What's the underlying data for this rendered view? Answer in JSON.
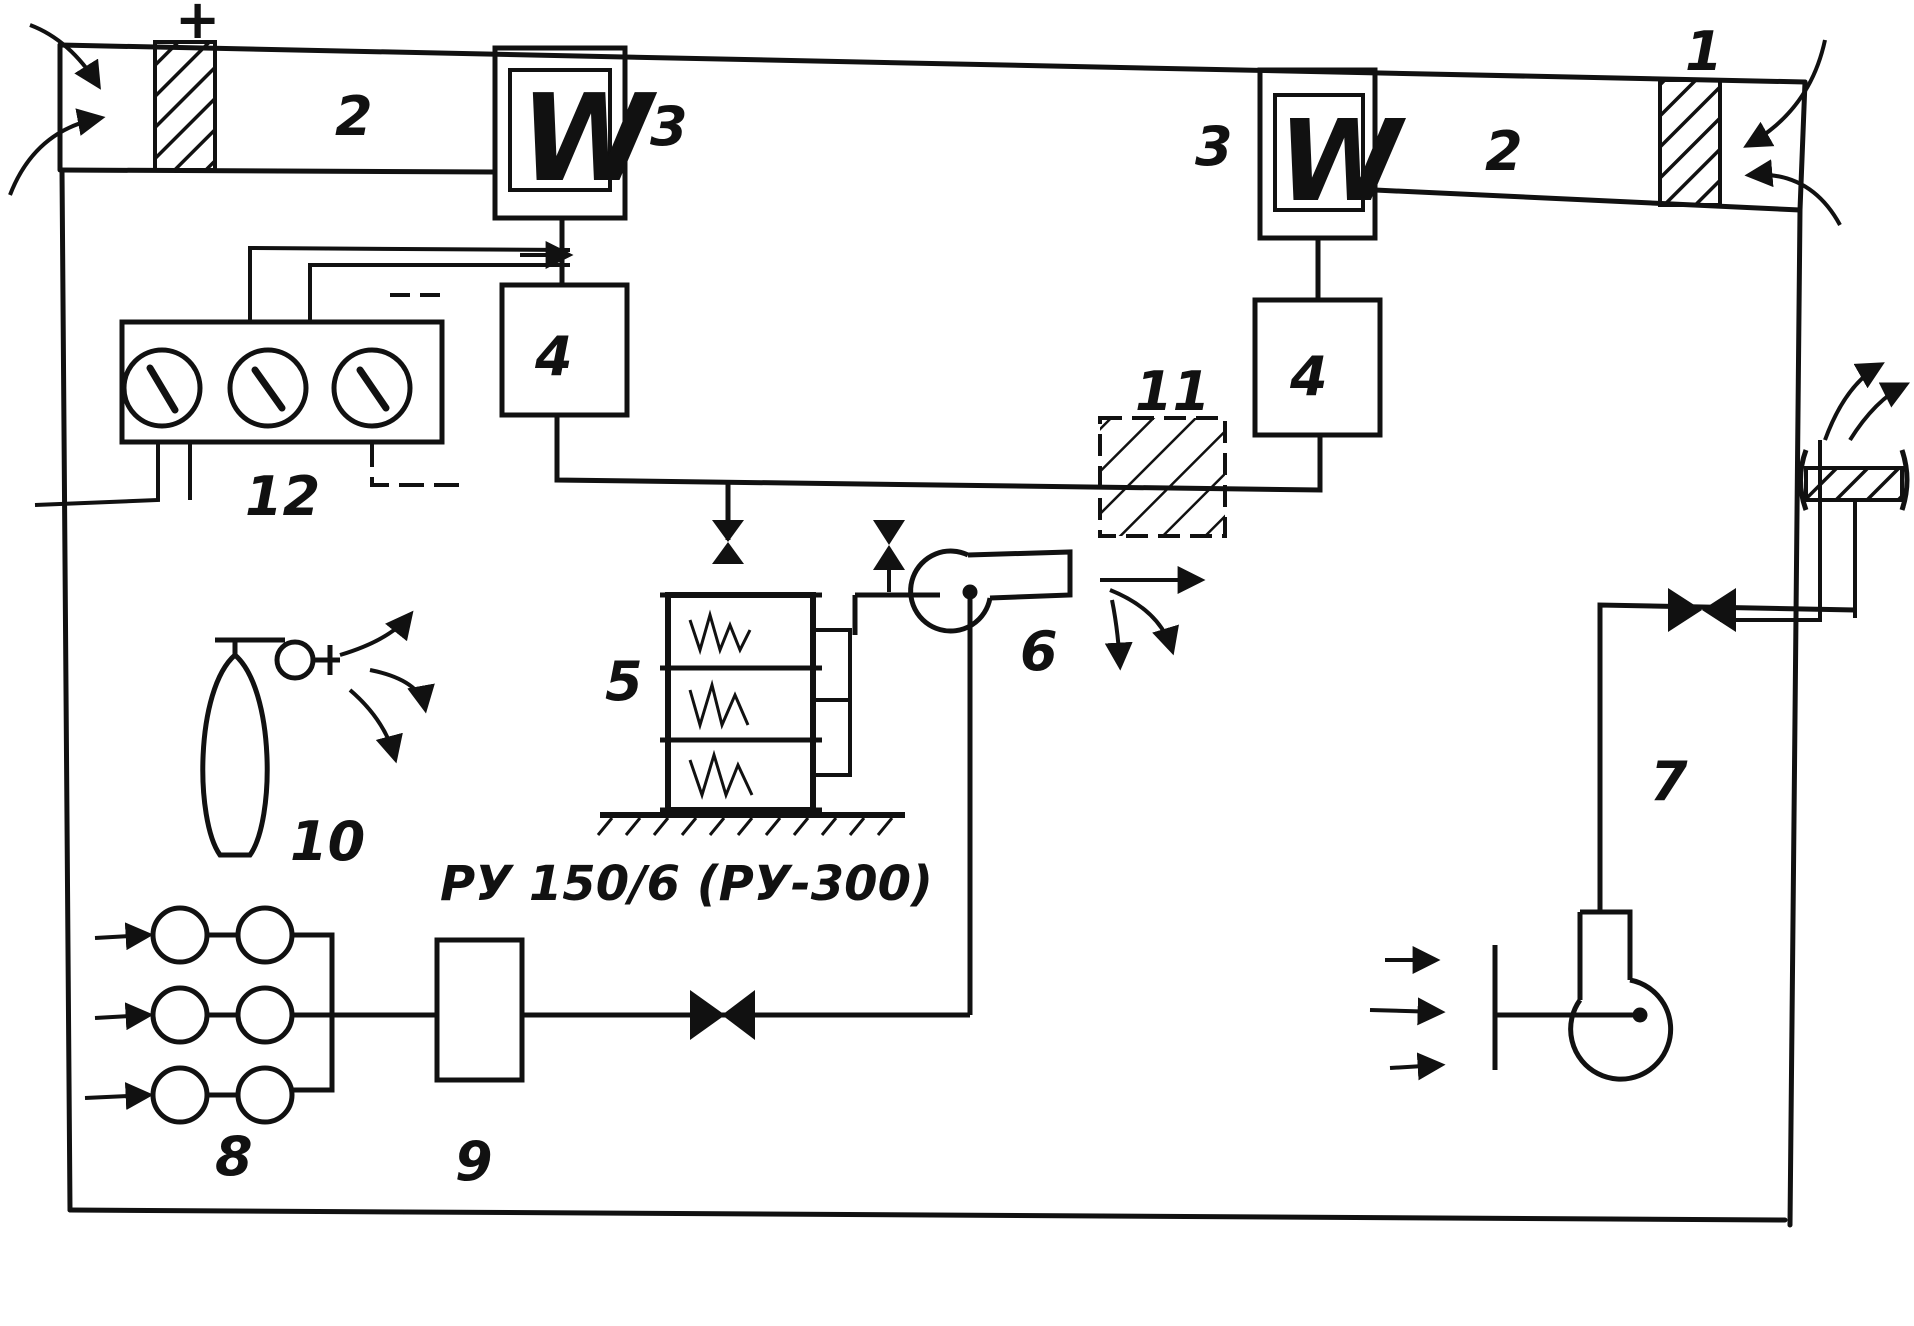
{
  "labels": {
    "filter": "1",
    "filter_left_mark": "+",
    "duct": "2",
    "heater": "3",
    "heater_box_glyph": "W",
    "control_unit": "4",
    "tank_stack": "5",
    "fan": "6",
    "exhaust_fan": "7",
    "cylinder_battery": "8",
    "reducer": "9",
    "gas_cylinder": "10",
    "filter_unit": "11",
    "gauge_panel": "12"
  },
  "caption": "РУ 150/6 (РУ-300)",
  "colors": {
    "ink": "#111111",
    "paper": "#ffffff"
  }
}
